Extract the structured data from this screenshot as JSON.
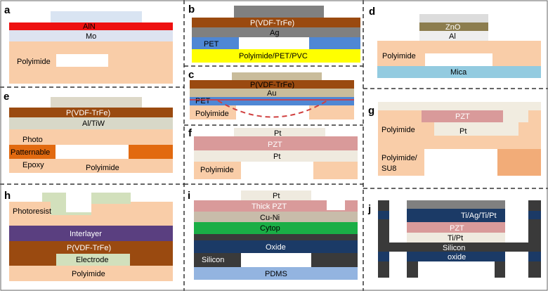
{
  "colors": {
    "polyimide": "#f9cda8",
    "pvdf": "#9a4a10",
    "pzt": "#d99a9a",
    "pt": "#efeadf",
    "metal_gray": "#808080",
    "dark": "#3a3a3a",
    "navy": "#1b3a66",
    "aln_red": "#ee1111",
    "mo": "#dde3f0",
    "aln_cap": "#d9e4f2",
    "yellow": "#ffff00",
    "pet_blue": "#4f87d4",
    "au_tan": "#c9bc9b",
    "zno": "#8c7d4e",
    "mica": "#93cbe0",
    "orange": "#e26a10",
    "al_tiw": "#d8d8c8",
    "purple": "#5a3f80",
    "green_light": "#d2e0bc",
    "green": "#1aae46",
    "cuni": "#c8bcaa",
    "pdms": "#93b4e0"
  },
  "panels": {
    "a": {
      "letter": "a",
      "labels": [
        "AlN",
        "Mo",
        "Polyimide"
      ]
    },
    "b": {
      "letter": "b",
      "labels": [
        "P(VDF-TrFe)",
        "Ag",
        "PET",
        "Polyimide/PET/PVC"
      ]
    },
    "c": {
      "letter": "c",
      "labels": [
        "P(VDF-TrFe)",
        "Au",
        "PET",
        "Polyimide"
      ]
    },
    "d": {
      "letter": "d",
      "labels": [
        "ZnO",
        "Al",
        "Polyimide",
        "Mica"
      ]
    },
    "e": {
      "letter": "e",
      "labels": [
        "P(VDF-TrFe)",
        "Al/TiW",
        "Photo",
        "Patternable",
        "Epoxy",
        "Polyimide"
      ]
    },
    "f": {
      "letter": "f",
      "labels": [
        "Pt",
        "PZT",
        "Pt",
        "Polyimide"
      ]
    },
    "g": {
      "letter": "g",
      "labels": [
        "PZT",
        "Polyimide",
        "Pt",
        "Polyimide/",
        "SU8"
      ]
    },
    "h": {
      "letter": "h",
      "labels": [
        "Photoresist",
        "Interlayer",
        "P(VDF-TrFe)",
        "Electrode",
        "Polyimide"
      ]
    },
    "i": {
      "letter": "i",
      "labels": [
        "Pt",
        "Thick PZT",
        "Cu-Ni",
        "Cytop",
        "Oxide",
        "Silicon",
        "PDMS"
      ]
    },
    "j": {
      "letter": "j",
      "labels": [
        "Ti/Ag/Ti/Pt",
        "PZT",
        "Ti/Pt",
        "Silicon",
        "oxide"
      ]
    }
  }
}
